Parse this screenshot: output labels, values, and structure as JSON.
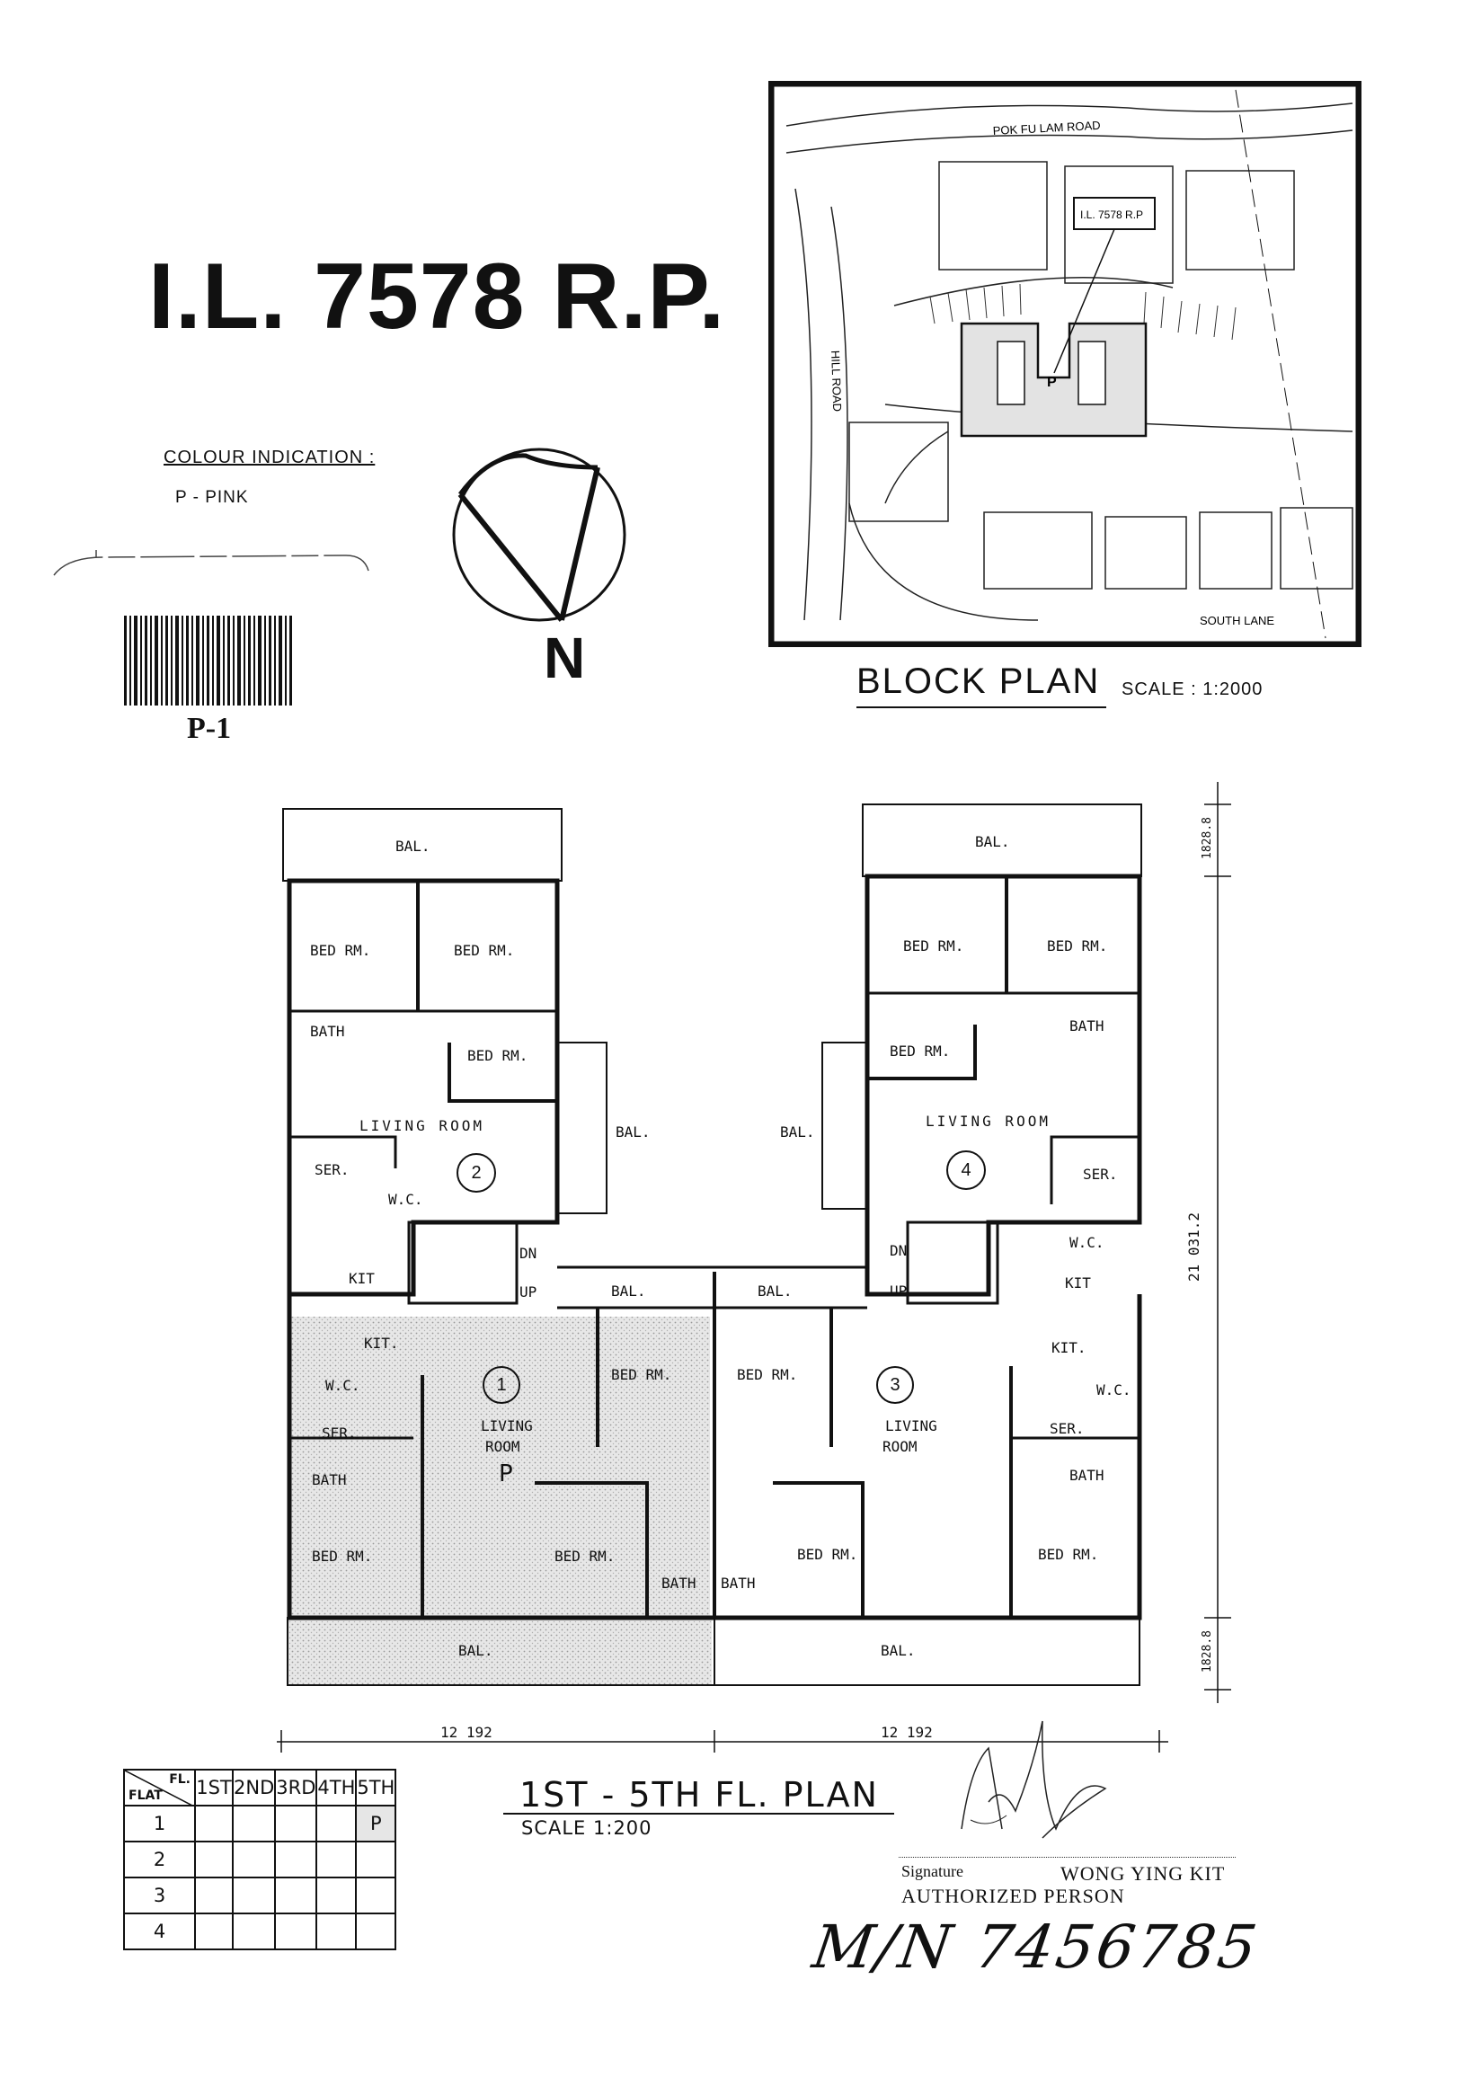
{
  "title": "I.L. 7578 R.P.",
  "colour_indication": {
    "heading": "COLOUR INDICATION :",
    "item": "P - PINK"
  },
  "north": "N",
  "barcode_label": "P-1",
  "block_plan": {
    "title": "BLOCK PLAN",
    "scale": "SCALE : 1:2000",
    "labels": {
      "road1": "POK FU LAM ROAD",
      "road2": "HILL ROAD",
      "road3": "SOUTH LANE",
      "lot": "I.L. 7578 R.P",
      "marker": "P"
    }
  },
  "floor_plan": {
    "title": "1ST - 5TH FL. PLAN",
    "scale": "SCALE 1:200",
    "rooms": {
      "bal": "BAL.",
      "bed": "BED RM.",
      "bath": "BATH",
      "living": "LIVING ROOM",
      "living_a": "LIVING",
      "living_b": "ROOM",
      "ser": "SER.",
      "wc": "W.C.",
      "kit": "KIT",
      "kit2": "KIT.",
      "dn": "DN",
      "up": "UP",
      "p": "P"
    },
    "flats": [
      "1",
      "2",
      "3",
      "4"
    ],
    "dimensions": {
      "left_width": "12 192",
      "right_width": "12 192",
      "height": "21 031.2",
      "top_bal": "1828.8",
      "bottom_bal": "1828.8"
    }
  },
  "schedule": {
    "corner_fl": "FL.",
    "corner_flat": "FLAT",
    "floors": [
      "1ST",
      "2ND",
      "3RD",
      "4TH",
      "5TH"
    ],
    "rows": [
      {
        "flat": "1",
        "cells": [
          "",
          "",
          "",
          "",
          "P"
        ]
      },
      {
        "flat": "2",
        "cells": [
          "",
          "",
          "",
          "",
          ""
        ]
      },
      {
        "flat": "3",
        "cells": [
          "",
          "",
          "",
          "",
          ""
        ]
      },
      {
        "flat": "4",
        "cells": [
          "",
          "",
          "",
          "",
          ""
        ]
      }
    ]
  },
  "signature": {
    "label": "Signature",
    "name": "WONG YING KIT",
    "role": "AUTHORIZED PERSON"
  },
  "handwritten_note": "M/N 7456785"
}
